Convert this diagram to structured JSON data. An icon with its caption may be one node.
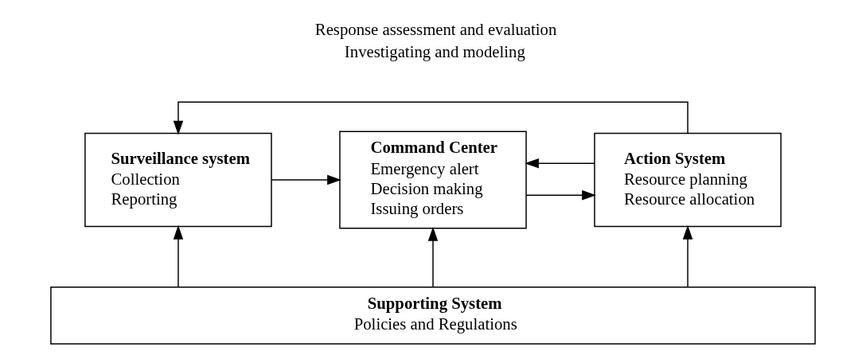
{
  "diagram": {
    "nodes": [
      {
        "text": [
          "Surveillance system",
          "Collection",
          "Reporting"
        ]
      },
      {
        "text": [
          "Command Center",
          "Emergency alert",
          "Decision making",
          "Issuing orders"
        ]
      },
      {
        "text": [
          "Action System",
          "Resource planning",
          "Resource allocation"
        ]
      },
      {
        "text": [
          "Supporting System",
          "Policies and Regulations"
        ]
      }
    ],
    "edges": [
      {
        "from": 0,
        "to": 1,
        "arrow": "to"
      },
      {
        "from": 1,
        "to": 2,
        "arrow": "to"
      },
      {
        "from": 2,
        "to": 0,
        "arrow": "to"
      },
      {
        "from": 2,
        "to": 1,
        "arrow": "to"
      },
      {
        "from": 3,
        "to": 0,
        "arrow": "to"
      },
      {
        "from": 3,
        "to": 1,
        "arrow": "to"
      },
      {
        "from": 3,
        "to": 2,
        "arrow": "to"
      }
    ],
    "labels": [
      "Response assessment and evaluation",
      "Investigating and modeling"
    ]
  }
}
